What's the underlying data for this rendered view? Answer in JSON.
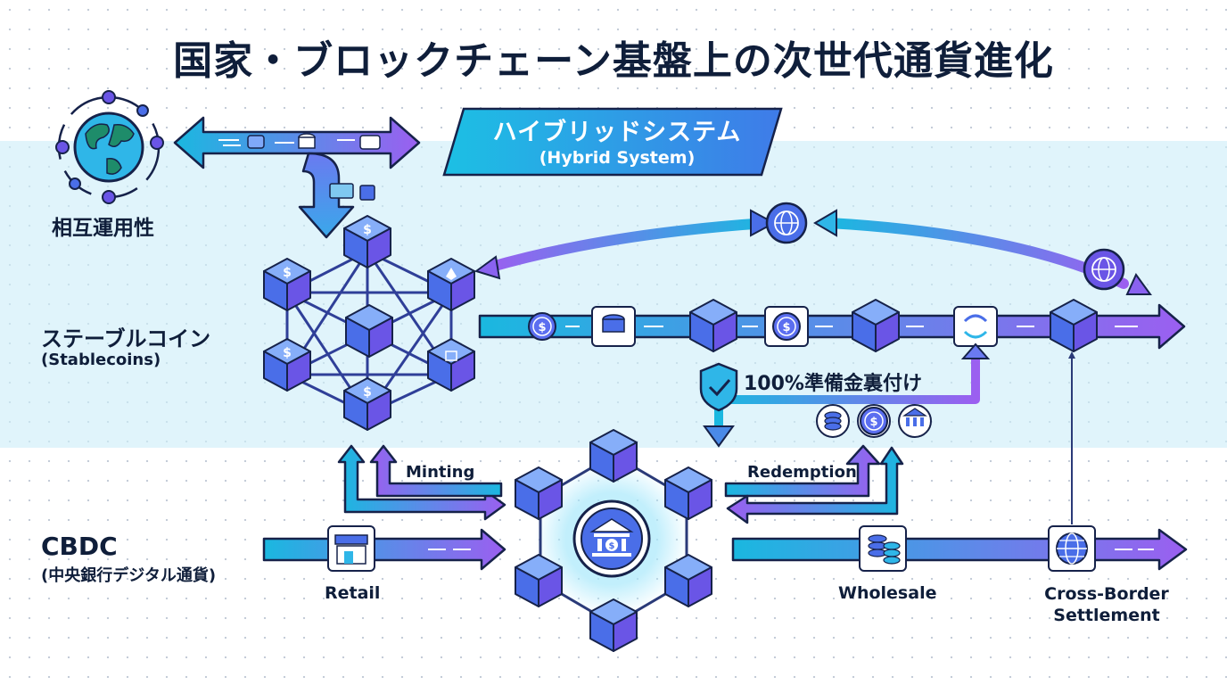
{
  "title": "国家・ブロックチェーン基盤上の次世代通貨進化",
  "hybrid_system": {
    "label": "ハイブリッドシステム",
    "sublabel": "(Hybrid System)"
  },
  "interoperability": {
    "label": "相互運用性"
  },
  "stablecoins": {
    "label": "ステーブルコイン",
    "sublabel": "(Stablecoins)"
  },
  "cbdc": {
    "label": "CBDC",
    "sublabel": "(中央銀行デジタル通貨)"
  },
  "flows": {
    "minting": "Minting",
    "redemption": "Redemption",
    "reserve": "100%準備金裏付け",
    "retail": "Retail",
    "wholesale": "Wholesale",
    "cross_border": "Cross-Border Settlement"
  },
  "colors": {
    "arrow_start": "#1ab8e0",
    "arrow_end": "#9b5ff0",
    "cube_top": "#7fa8f8",
    "cube_left": "#4a6ee8",
    "cube_right": "#6a55e6",
    "outline": "#16224a",
    "band": "#cdeef8"
  },
  "icons": {
    "interop": "globe-icon",
    "stablecoin_network": "blockchain-network-icon",
    "cbdc_core": "central-bank-icon",
    "retail": "store-icon",
    "wholesale": "coin-stack-icon",
    "cross_border": "globe-icon",
    "reserve": "shield-check-icon"
  }
}
